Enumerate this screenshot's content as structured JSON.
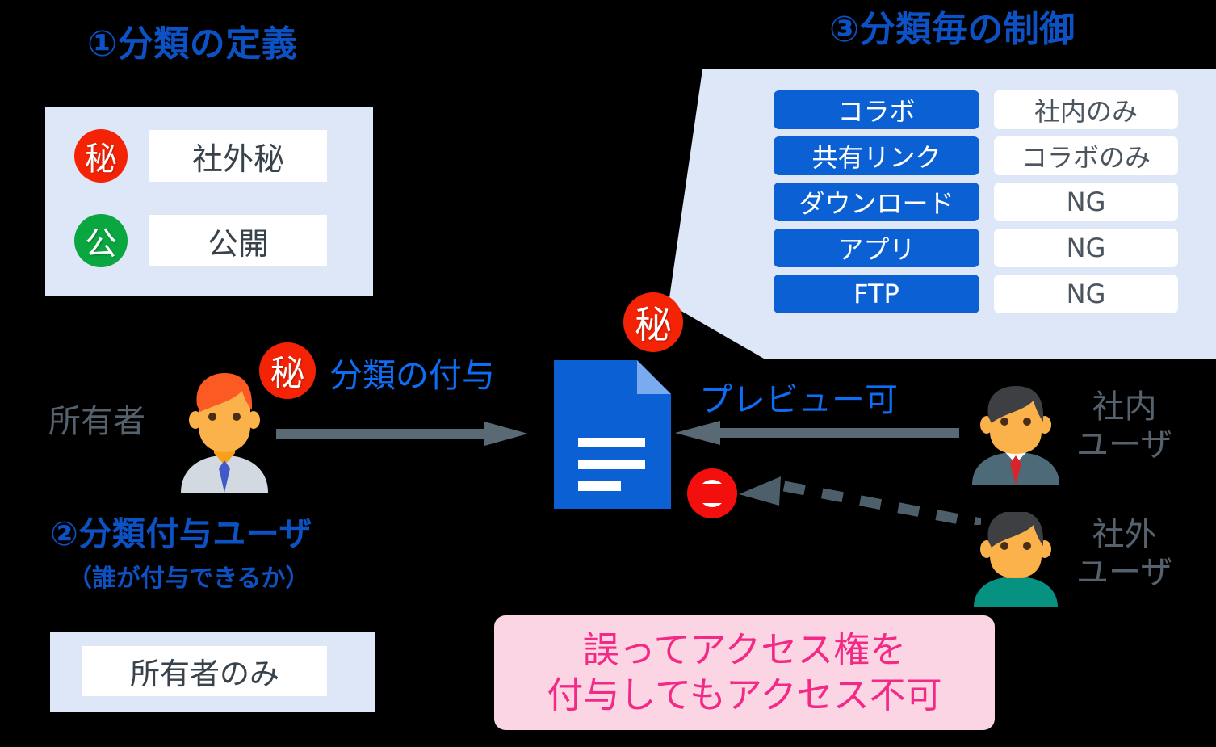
{
  "sections": {
    "definition": {
      "title": "①分類の定義",
      "rows": [
        {
          "badge": "秘",
          "badge_color": "#f52306",
          "label": "社外秘"
        },
        {
          "badge": "公",
          "badge_color": "#0aa63f",
          "label": "公開"
        }
      ]
    },
    "assigner": {
      "title": "②分類付与ユーザ",
      "subtitle": "（誰が付与できるか）",
      "value": "所有者のみ"
    },
    "control": {
      "title": "③分類毎の制御",
      "rows": [
        {
          "feature": "コラボ",
          "value": "社内のみ"
        },
        {
          "feature": "共有リンク",
          "value": "コラボのみ"
        },
        {
          "feature": "ダウンロード",
          "value": "NG"
        },
        {
          "feature": "アプリ",
          "value": "NG"
        },
        {
          "feature": "FTP",
          "value": "NG"
        }
      ]
    }
  },
  "flow": {
    "owner_label": "所有者",
    "owner_stamp": "秘",
    "assign_label": "分類の付与",
    "document_stamp": "秘",
    "preview_label": "プレビュー可",
    "internal_user_label": "社内\nユーザ",
    "internal_user_line1": "社内",
    "internal_user_line2": "ユーザ",
    "external_user_line1": "社外",
    "external_user_line2": "ユーザ"
  },
  "warning": {
    "line1": "誤ってアクセス権を",
    "line2": "付与してもアクセス不可"
  },
  "colors": {
    "background": "#000000",
    "title_blue": "#0d52c5",
    "flow_blue": "#0d6ef5",
    "panel_blue": "#dee7f8",
    "chip_blue": "#0b61d4",
    "secret_red": "#f52306",
    "public_green": "#0aa63f",
    "warn_pink_bg": "#fbd5e4",
    "warn_pink_text": "#f22a86",
    "gray_label": "#55626d",
    "arrow_gray": "#5a6a74"
  }
}
